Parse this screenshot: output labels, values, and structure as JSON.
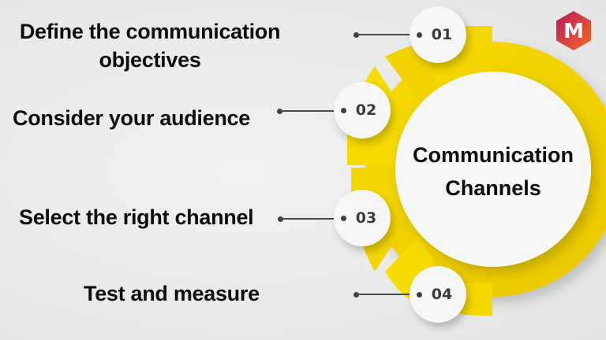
{
  "title": "Communication Channels",
  "hub": {
    "line1": "Communication",
    "line2": "Channels"
  },
  "steps": [
    {
      "number": "01",
      "label_line1": "Define the communication",
      "label_line2": "objectives"
    },
    {
      "number": "02",
      "label_line1": "Consider your audience"
    },
    {
      "number": "03",
      "label_line1": "Select the right channel"
    },
    {
      "number": "04",
      "label_line1": "Test and measure"
    }
  ],
  "logo": {
    "letter": "M",
    "icon": "hexagon-m-logo"
  },
  "colors": {
    "accent": "#f5d800",
    "hub_fill": "#f8f8f8",
    "logo_start": "#c2185b",
    "logo_end": "#f26522",
    "text": "#0d0d0d",
    "number_text": "#3a3a3a",
    "background": "#ececec"
  }
}
